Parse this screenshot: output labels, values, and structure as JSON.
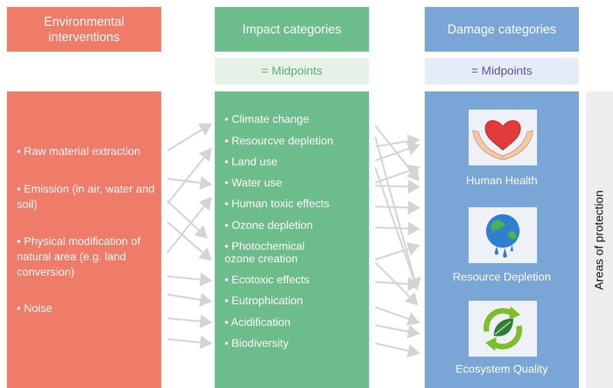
{
  "headers": {
    "environmental": "Environmental interventions",
    "impact": "Impact categories",
    "damage": "Damage categories"
  },
  "midpoints": {
    "impact": "= Midpoints",
    "damage": "= Midpoints"
  },
  "environmental_items": [
    "• Raw material extraction",
    "• Emission (in air, water and soil)",
    "• Physical modification of natural area (e.g. land conversion)",
    "• Noise"
  ],
  "impact_items": [
    "• Climate change",
    "• Resourcve depletion",
    "• Land use",
    "• Water use",
    "• Human toxic effects",
    "• Ozone depletion",
    "• Photochemical ozone creation",
    "• Ecotoxic effects",
    "• Eutrophication",
    "• Acidification",
    "• Biodiversity"
  ],
  "damage_items": [
    {
      "label": "Human Health",
      "icon": "heart-in-hands-icon"
    },
    {
      "label": "Resource Depletion",
      "icon": "melting-globe-icon"
    },
    {
      "label": "Ecosystem Quality",
      "icon": "recycle-leaf-icon"
    }
  ],
  "areas_of_protection": "Areas of protection",
  "colors": {
    "environmental": "#ef7b69",
    "impact": "#6cbd8b",
    "damage": "#7aa6d6",
    "arrow": "#d4d4d4"
  }
}
